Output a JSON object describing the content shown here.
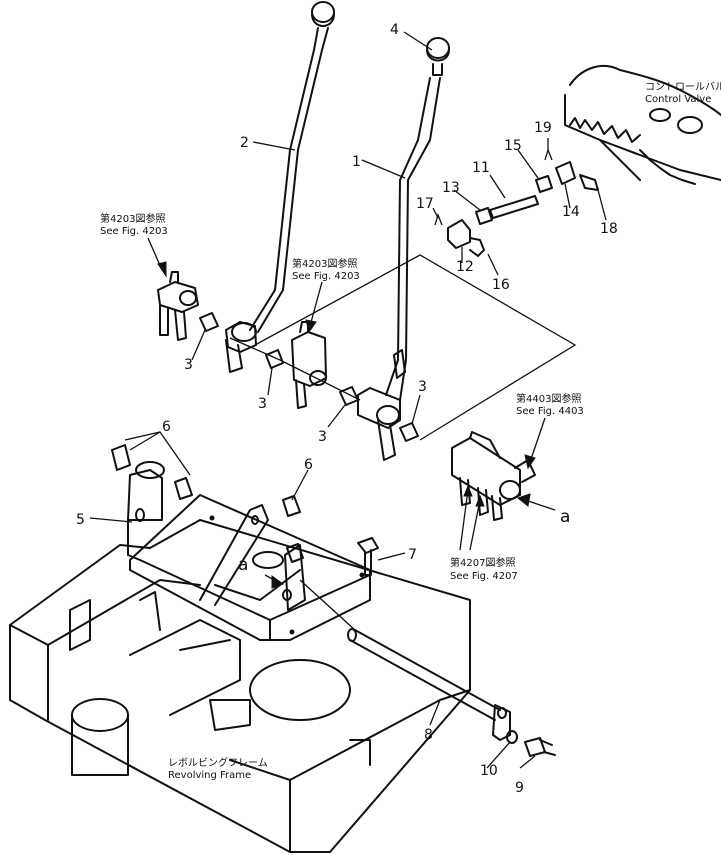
{
  "callouts": [
    {
      "id": "1",
      "text": "1"
    },
    {
      "id": "2",
      "text": "2"
    },
    {
      "id": "3a",
      "text": "3"
    },
    {
      "id": "3b",
      "text": "3"
    },
    {
      "id": "3c",
      "text": "3"
    },
    {
      "id": "3d",
      "text": "3"
    },
    {
      "id": "4",
      "text": "4"
    },
    {
      "id": "5",
      "text": "5"
    },
    {
      "id": "6a",
      "text": "6"
    },
    {
      "id": "6b",
      "text": "6"
    },
    {
      "id": "7",
      "text": "7"
    },
    {
      "id": "8",
      "text": "8"
    },
    {
      "id": "9",
      "text": "9"
    },
    {
      "id": "10",
      "text": "10"
    },
    {
      "id": "11",
      "text": "11"
    },
    {
      "id": "12",
      "text": "12"
    },
    {
      "id": "13",
      "text": "13"
    },
    {
      "id": "14",
      "text": "14"
    },
    {
      "id": "15",
      "text": "15"
    },
    {
      "id": "16",
      "text": "16"
    },
    {
      "id": "17",
      "text": "17"
    },
    {
      "id": "18",
      "text": "18"
    },
    {
      "id": "19",
      "text": "19"
    }
  ],
  "references": {
    "fig4203_left": {
      "jp": "第4203図参照",
      "en": "See Fig. 4203"
    },
    "fig4203_center": {
      "jp": "第4203図参照",
      "en": "See Fig. 4203"
    },
    "fig4403": {
      "jp": "第4403図参照",
      "en": "See Fig. 4403"
    },
    "fig4207": {
      "jp": "第4207図参照",
      "en": "See Fig. 4207"
    },
    "control_valve": {
      "jp": "コントロールバルブ",
      "en": "Control Valve"
    },
    "revolving_frame": {
      "jp": "レボルビングフレーム",
      "en": "Revolving Frame"
    }
  },
  "view_marks": {
    "a_right": "a",
    "a_center": "a"
  }
}
